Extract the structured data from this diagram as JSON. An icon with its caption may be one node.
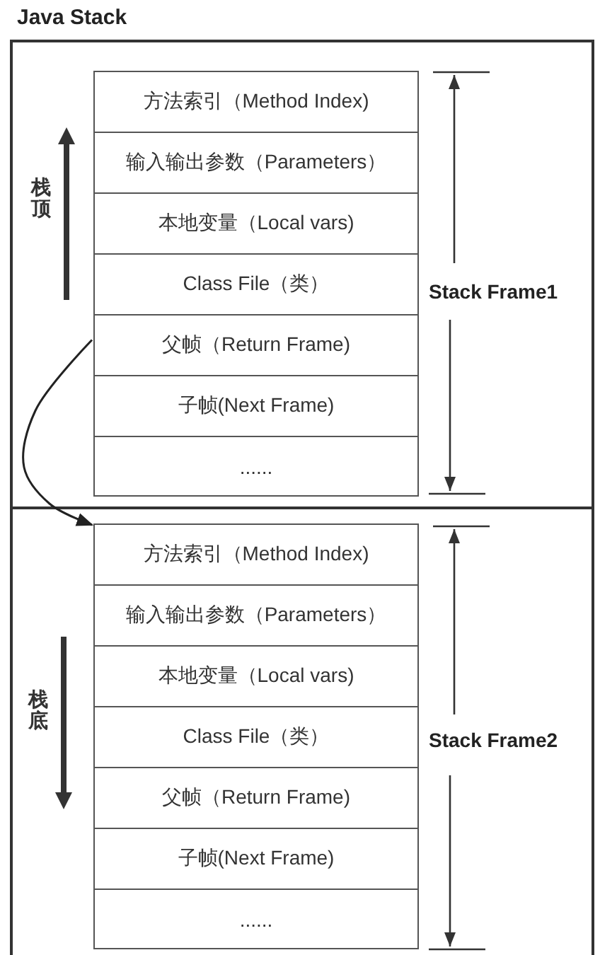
{
  "diagram": {
    "nodes": [
      {
        "text": [
          "Java Stack"
        ]
      },
      {
        "text": [
          "Stack Frame1"
        ],
        "in": 0
      },
      {
        "text": [
          "方法索引（Method Index)"
        ],
        "in": 1
      },
      {
        "text": [
          "输入输出参数（Parameters）"
        ],
        "in": 1
      },
      {
        "text": [
          "本地变量（Local vars)"
        ],
        "in": 1
      },
      {
        "text": [
          "Class File（类）"
        ],
        "in": 1
      },
      {
        "text": [
          "父帧（Return Frame)"
        ],
        "in": 1
      },
      {
        "text": [
          "子帧(Next Frame)"
        ],
        "in": 1
      },
      {
        "text": [
          "......"
        ],
        "in": 1
      },
      {
        "text": [
          "Stack Frame2"
        ],
        "in": 0
      },
      {
        "text": [
          "方法索引（Method Index)"
        ],
        "in": 9
      },
      {
        "text": [
          "输入输出参数（Parameters）"
        ],
        "in": 9
      },
      {
        "text": [
          "本地变量（Local vars)"
        ],
        "in": 9
      },
      {
        "text": [
          "Class File（类）"
        ],
        "in": 9
      },
      {
        "text": [
          "父帧（Return Frame)"
        ],
        "in": 9
      },
      {
        "text": [
          "子帧(Next Frame)"
        ],
        "in": 9
      },
      {
        "text": [
          "......"
        ],
        "in": 9
      }
    ],
    "edges": [
      {
        "from": 6,
        "to": 10,
        "arrow": "to"
      }
    ],
    "labels": [
      "栈顶",
      "栈底"
    ]
  }
}
